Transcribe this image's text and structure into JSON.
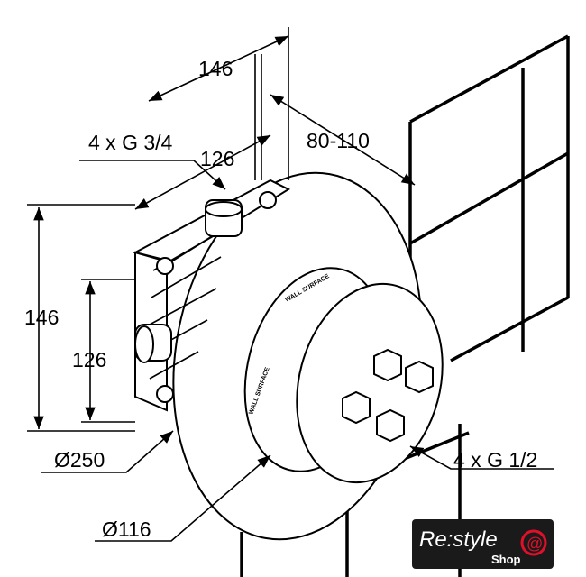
{
  "dimensions": {
    "top_width": "146",
    "inner_width": "126",
    "inlet_thread": "4 x G 3/4",
    "wall_depth": "80-110",
    "left_height": "146",
    "inner_height": "126",
    "plate_diameter": "Ø250",
    "body_diameter": "Ø116",
    "outlet_thread": "4 x G 1/2"
  },
  "part_markings": {
    "wall_surface_top": "WALL SURFACE",
    "wall_surface_side": "WALL SURFACE"
  },
  "logo": {
    "brand": "Re:style",
    "sub": "Shop",
    "accent_color": "#e0102a"
  }
}
